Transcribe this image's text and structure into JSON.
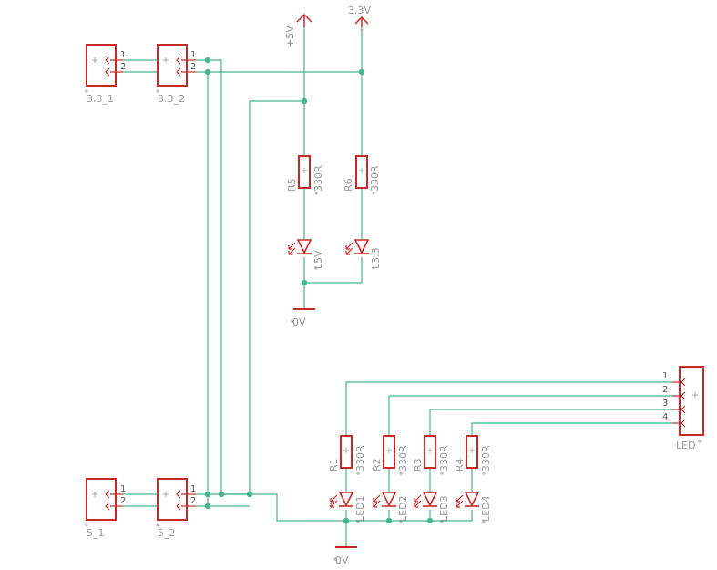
{
  "connectors": {
    "j33_1": {
      "name": "3.3_1",
      "pins": [
        "1",
        "2"
      ]
    },
    "j33_2": {
      "name": "3.3_2",
      "pins": [
        "1",
        "2"
      ]
    },
    "j5_1": {
      "name": "5_1",
      "pins": [
        "1",
        "2"
      ]
    },
    "j5_2": {
      "name": "5_2",
      "pins": [
        "1",
        "2"
      ]
    },
    "led_header": {
      "name": "LED",
      "pins": [
        "1",
        "2",
        "3",
        "4"
      ]
    }
  },
  "supplies": {
    "p5v": "+5V",
    "p33v": "3.3V",
    "gnd_top": "0V",
    "gnd_bottom": "0V"
  },
  "resistors": {
    "r5": {
      "name": "R5",
      "value": "330R"
    },
    "r6": {
      "name": "R6",
      "value": "330R"
    },
    "r1": {
      "name": "R1",
      "value": "330R"
    },
    "r2": {
      "name": "R2",
      "value": "330R"
    },
    "r3": {
      "name": "R3",
      "value": "330R"
    },
    "r4": {
      "name": "R4",
      "value": "330R"
    }
  },
  "leds": {
    "l5v": "L5V",
    "l33": "L3.3",
    "led1": "LED1",
    "led2": "LED2",
    "led3": "LED3",
    "led4": "LED4"
  }
}
